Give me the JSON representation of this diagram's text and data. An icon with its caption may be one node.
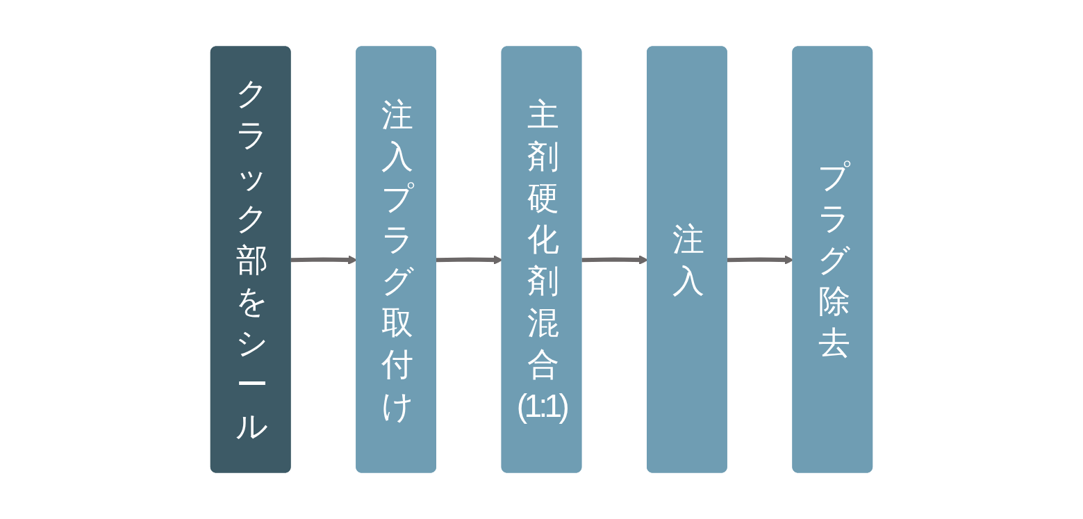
{
  "diagram": {
    "nodes": [
      {
        "text": [
          "クラック部をシール"
        ]
      },
      {
        "text": [
          "注入プラグ取付け"
        ]
      },
      {
        "text": [
          "主剤硬化剤混合(1:1)"
        ]
      },
      {
        "text": [
          "注入"
        ]
      },
      {
        "text": [
          "プラグ除去"
        ]
      }
    ],
    "edges": [
      {
        "from": 0,
        "to": 1,
        "arrow": "to"
      },
      {
        "from": 1,
        "to": 2,
        "arrow": "to"
      },
      {
        "from": 2,
        "to": 3,
        "arrow": "to"
      },
      {
        "from": 3,
        "to": 4,
        "arrow": "to"
      }
    ]
  }
}
